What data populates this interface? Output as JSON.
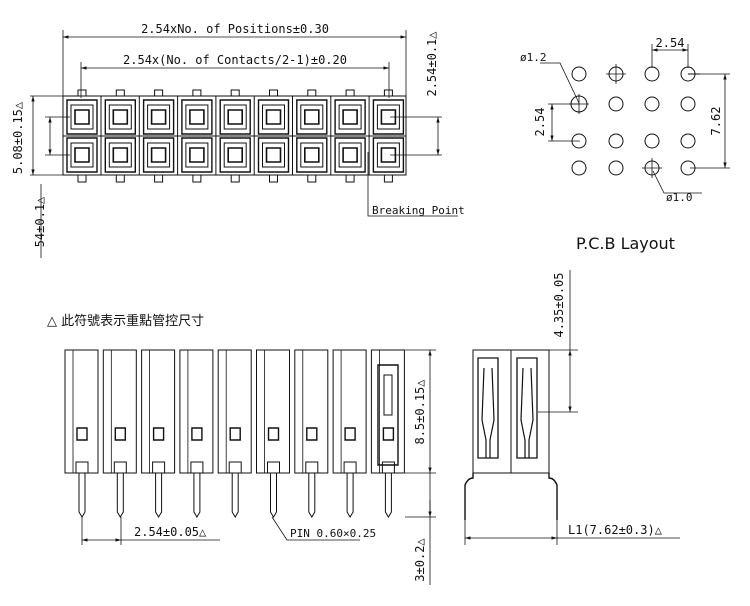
{
  "labels": {
    "overall_length": "2.54xNo. of Positions±0.30",
    "contact_span": "2.54x(No. of Contacts/2-1)±0.20",
    "row_pitch_right": "2.54±0.1△",
    "body_height_left": "5.08±0.15△",
    "pin_height_left": "54±0.1△",
    "breaking_point": "Breaking Point",
    "pcb_pitch_h": "2.54",
    "pcb_pitch_v": "2.54",
    "pcb_row_span": "7.62",
    "pcb_hole_large": "ø1.2",
    "pcb_hole_small": "ø1.0",
    "pcb_title": "P.C.B Layout",
    "legend": "△ 此符號表示重點管控尺寸",
    "side_height": "8.5±0.15△",
    "pin_pitch": "2.54±0.05△",
    "pin_size": "PIN 0.60×0.25",
    "tail_length": "3±0.2△",
    "end_pin_height": "4.35±0.05",
    "end_row_span": "L1(7.62±0.3)△"
  }
}
